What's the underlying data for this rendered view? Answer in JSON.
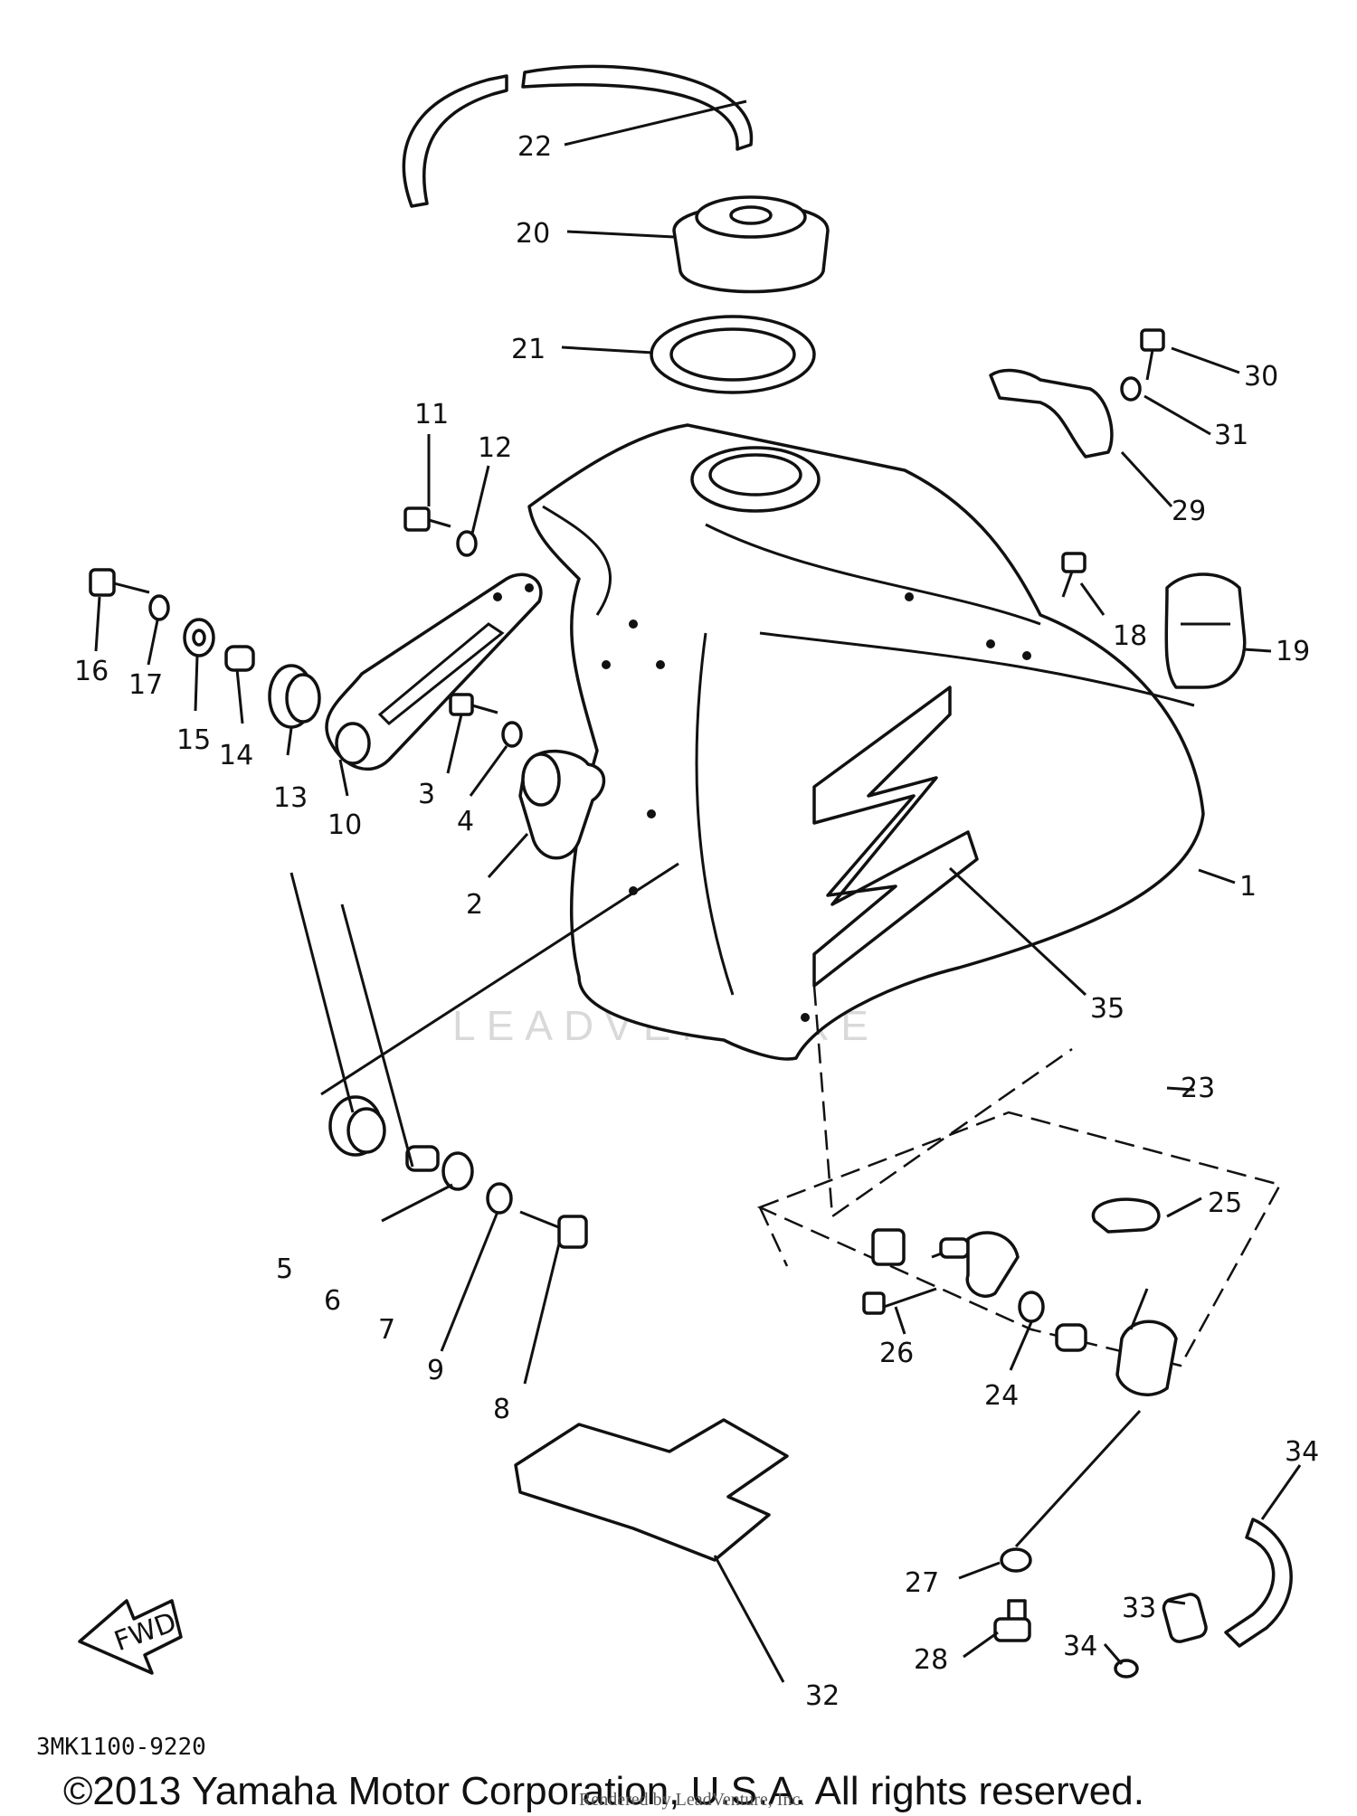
{
  "diagram_code": "3MK1100-9220",
  "copyright": "©2013 Yamaha Motor Corporation, U.S.A. All rights reserved.",
  "render_credit": "Rendered by LeadVenture, Inc.",
  "watermark": "LEADVENTURE",
  "fwd_badge": "FWD",
  "callouts": {
    "c1": "1",
    "c2": "2",
    "c3": "3",
    "c4": "4",
    "c5": "5",
    "c6": "6",
    "c7": "7",
    "c8": "8",
    "c9": "9",
    "c10": "10",
    "c11": "11",
    "c12": "12",
    "c13": "13",
    "c14": "14",
    "c15": "15",
    "c16": "16",
    "c17": "17",
    "c18": "18",
    "c19": "19",
    "c20": "20",
    "c21": "21",
    "c22": "22",
    "c23": "23",
    "c24": "24",
    "c25": "25",
    "c26": "26",
    "c27": "27",
    "c28": "28",
    "c29": "29",
    "c30": "30",
    "c31": "31",
    "c32": "32",
    "c33": "33",
    "c34a": "34",
    "c34b": "34",
    "c35": "35"
  }
}
